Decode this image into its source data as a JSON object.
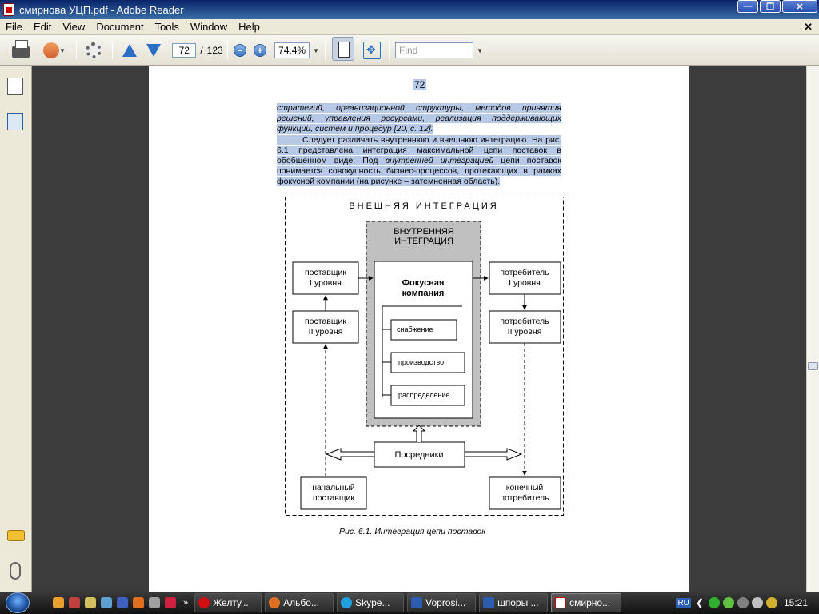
{
  "window": {
    "title": "смирнова УЦП.pdf - Adobe Reader",
    "min": "—",
    "max": "❐",
    "close": "✕"
  },
  "menu": {
    "items": [
      "File",
      "Edit",
      "View",
      "Document",
      "Tools",
      "Window",
      "Help"
    ],
    "close": "✕"
  },
  "toolbar": {
    "page_current": "72",
    "page_separator": "/",
    "page_total": "123",
    "zoom": "74,4%",
    "find_placeholder": "Find"
  },
  "document": {
    "page_number": "72",
    "para1": "стратегий, организационной структуры, методов принятия решений, управления ресурсами, реализация поддерживающих функций, систем и процедур [20, с. 12].",
    "para2_a": "Следует различать внутреннюю и внешнюю интеграцию. На рис. 6.1 представлена интеграция максимальной цепи поставок в обобщенном виде. Под ",
    "para2_em": "внутренней интеграцией",
    "para2_b": " цепи поставок понимается совокупность бизнес-процессов, протекающих в рамках фокусной компании (на рисунке – затемненная область).",
    "caption": "Рис. 6.1. Интеграция цепи поставок"
  },
  "diagram": {
    "external_label": "ВНЕШНЯЯ  ИНТЕГРАЦИЯ",
    "internal_label_1": "ВНУТРЕННЯЯ",
    "internal_label_2": "ИНТЕГРАЦИЯ",
    "focal_1": "Фокусная",
    "focal_2": "компания",
    "supply": "снабжение",
    "production": "производство",
    "distribution": "распределение",
    "supplier1_a": "поставщик",
    "supplier1_b": "I уровня",
    "supplier2_a": "поставщик",
    "supplier2_b": "II уровня",
    "consumer1_a": "потребитель",
    "consumer1_b": "I уровня",
    "consumer2_a": "потребитель",
    "consumer2_b": "II уровня",
    "intermediaries": "Посредники",
    "initial_a": "начальный",
    "initial_b": "поставщик",
    "final_a": "конечный",
    "final_b": "потребитель"
  },
  "taskbar": {
    "tasks": [
      "Желту...",
      "Альбо...",
      "Skype...",
      "Voprosi...",
      "шпоры ...",
      "смирно..."
    ],
    "lang": "RU",
    "time": "15:21"
  },
  "colors": {
    "highlight": "#b7c9e6",
    "titlebar": "#0a246a",
    "internal_area": "#c0c0c0"
  }
}
